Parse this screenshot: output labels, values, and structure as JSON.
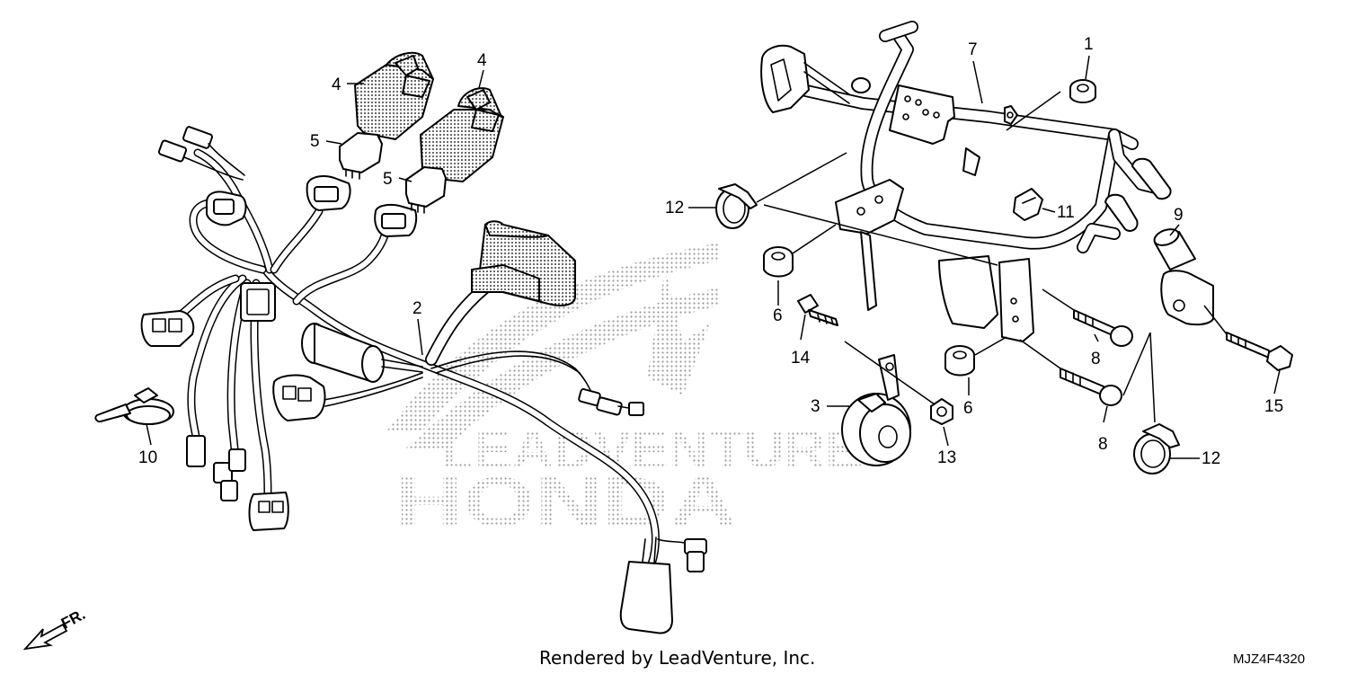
{
  "diagram": {
    "callouts": [
      {
        "id": "c1",
        "label": "1"
      },
      {
        "id": "c2",
        "label": "2"
      },
      {
        "id": "c3",
        "label": "3"
      },
      {
        "id": "c4a",
        "label": "4"
      },
      {
        "id": "c4b",
        "label": "4"
      },
      {
        "id": "c5a",
        "label": "5"
      },
      {
        "id": "c5b",
        "label": "5"
      },
      {
        "id": "c6a",
        "label": "6"
      },
      {
        "id": "c6b",
        "label": "6"
      },
      {
        "id": "c7",
        "label": "7"
      },
      {
        "id": "c8a",
        "label": "8"
      },
      {
        "id": "c8b",
        "label": "8"
      },
      {
        "id": "c9",
        "label": "9"
      },
      {
        "id": "c10",
        "label": "10"
      },
      {
        "id": "c11",
        "label": "11"
      },
      {
        "id": "c12a",
        "label": "12"
      },
      {
        "id": "c12b",
        "label": "12"
      },
      {
        "id": "c13",
        "label": "13"
      },
      {
        "id": "c14",
        "label": "14"
      },
      {
        "id": "c15",
        "label": "15"
      }
    ],
    "front_arrow_label": "FR.",
    "footer_credit": "Rendered by LeadVenture, Inc.",
    "diagram_code": "MJZ4F4320",
    "watermark": {
      "brand": "HONDA",
      "company": "LEADVENTURE"
    }
  }
}
